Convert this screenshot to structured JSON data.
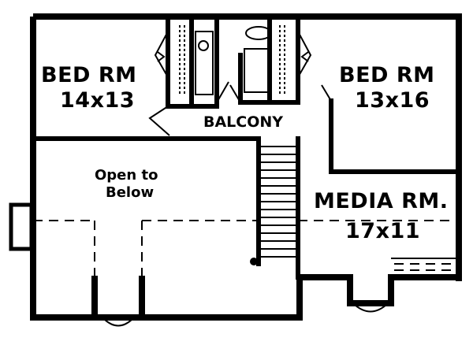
{
  "rooms": {
    "bed_left": {
      "name": "BED RM",
      "size": "14x13"
    },
    "bed_right": {
      "name": "BED RM",
      "size": "13x16"
    },
    "balcony": {
      "name": "BALCONY"
    },
    "open_below": {
      "line1": "Open to",
      "line2": "Below"
    },
    "media": {
      "name": "MEDIA RM.",
      "size": "17x11"
    }
  },
  "colors": {
    "wall": "#000000",
    "background": "#ffffff"
  }
}
